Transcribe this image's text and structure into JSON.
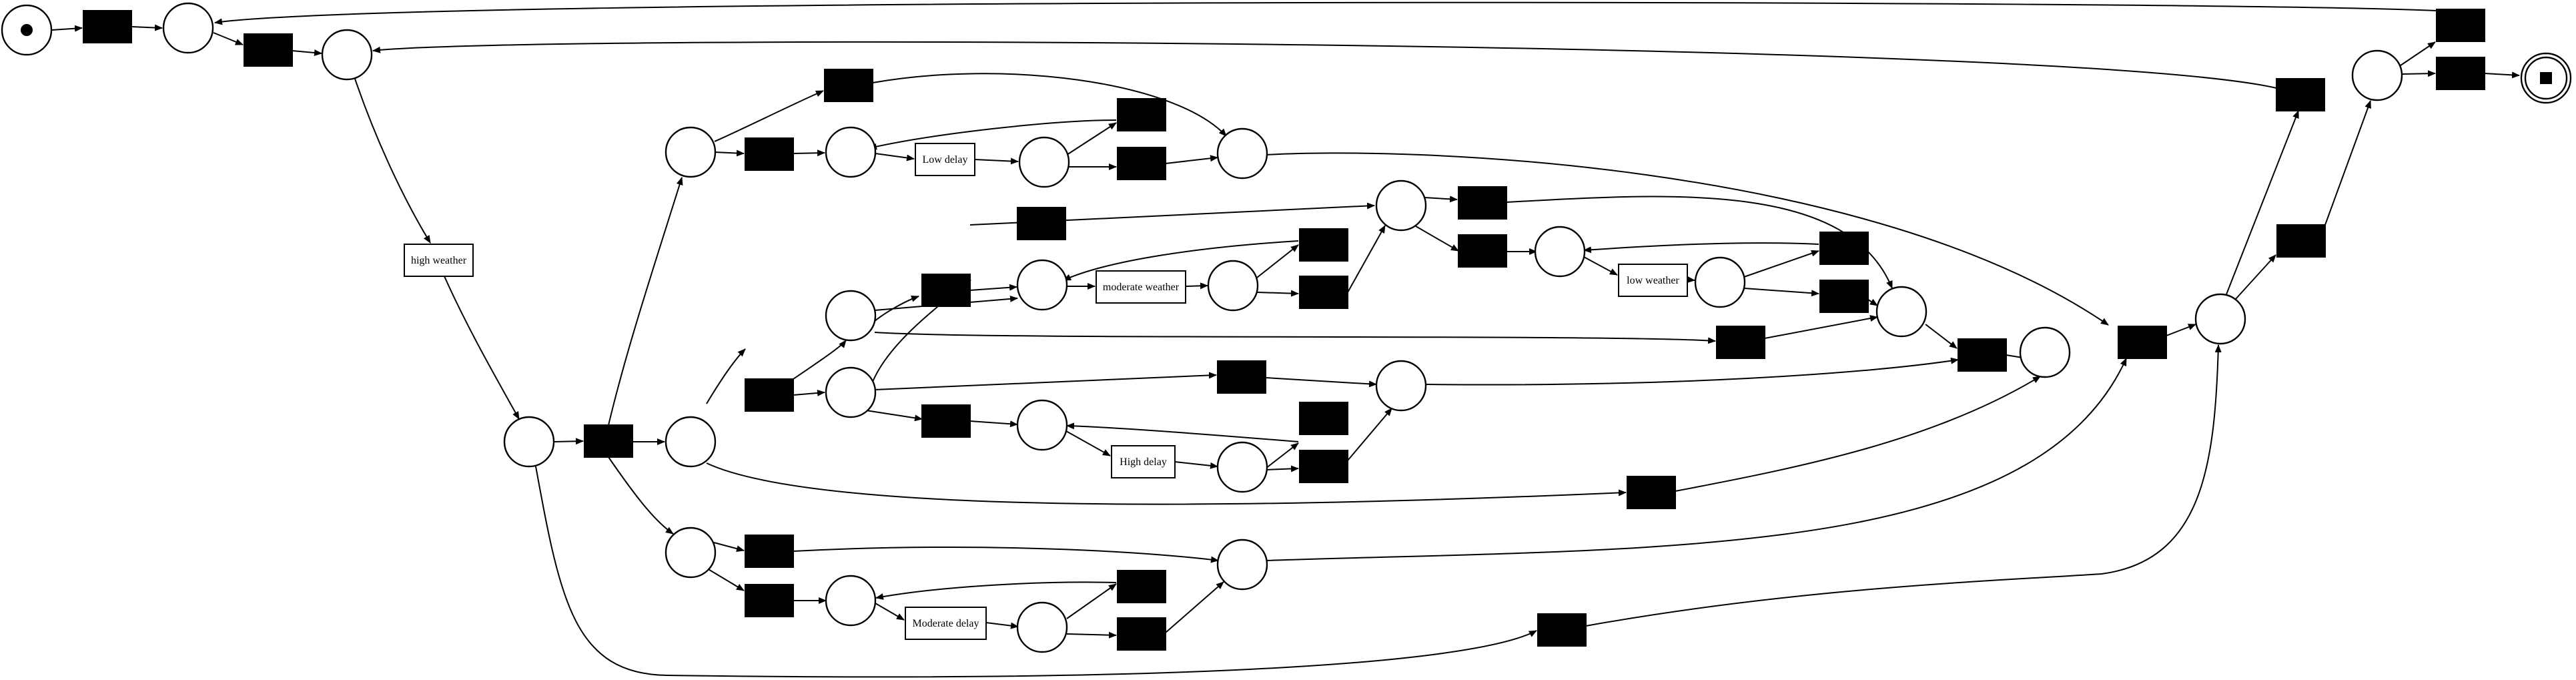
{
  "diagram": {
    "labels": {
      "t_high_weather": "high weather",
      "t_low_delay": "Low delay",
      "t_moderate_weather": "moderate weather",
      "t_low_weather": "low weather",
      "t_high_delay": "High delay",
      "t_moderate_delay": "Moderate delay"
    },
    "colors": {
      "stroke": "#000000",
      "fill": "#ffffff",
      "silent": "#000000"
    }
  }
}
